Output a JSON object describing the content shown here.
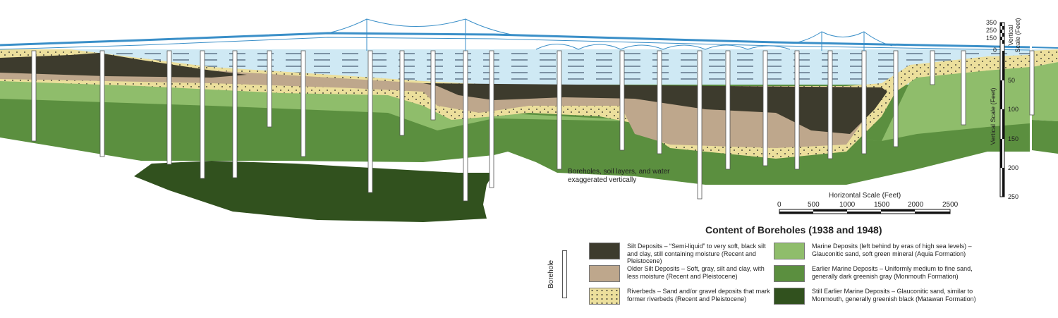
{
  "annotation": "Boreholes, soil layers, and water exaggerated vertically",
  "horizontal_scale": {
    "title": "Horizontal Scale (Feet)",
    "ticks": [
      "0",
      "500",
      "1000",
      "1500",
      "2000",
      "2500"
    ]
  },
  "vertical_scale": {
    "title": "Vertical Scale (Feet)",
    "upper_title": "Vertical Scale (Feet)",
    "upper_ticks": [
      "350",
      "250",
      "150",
      "0"
    ],
    "lower_ticks": [
      "50",
      "100",
      "150",
      "200",
      "250"
    ]
  },
  "legend": {
    "title": "Content of Boreholes (1938 and 1948)",
    "borehole_label": "Borehole",
    "items": [
      {
        "label": "Silt Deposits – “Semi-liquid” to very soft, black silt and clay, still containing moisture (Recent and Pleistocene)",
        "color": "#3d3b2d"
      },
      {
        "label": "Older Silt Deposits – Soft, gray, silt and clay, with less moisture (Recent and Pleistocene)",
        "color": "#bea78c"
      },
      {
        "label": "Riverbeds – Sand and/or gravel deposits that mark former riverbeds (Recent and Pleistocene)",
        "color": "#ecdf9c"
      },
      {
        "label": "Marine Deposits (left behind by eras of high sea levels) – Glauconitic sand, soft green mineral (Aquia Formation)",
        "color": "#8fbd6b"
      },
      {
        "label": "Earlier Marine Deposits – Uniformly medium to fine sand, generally dark greenish gray (Monmouth Formation)",
        "color": "#5b8f3f"
      },
      {
        "label": "Still Earlier Marine Deposits – Glauconitic sand, similar to Monmouth, generally greenish black (Matawan Formation)",
        "color": "#31511e"
      }
    ]
  },
  "colors": {
    "water": "#cfe9f4",
    "bridge": "#3a8fc8"
  }
}
